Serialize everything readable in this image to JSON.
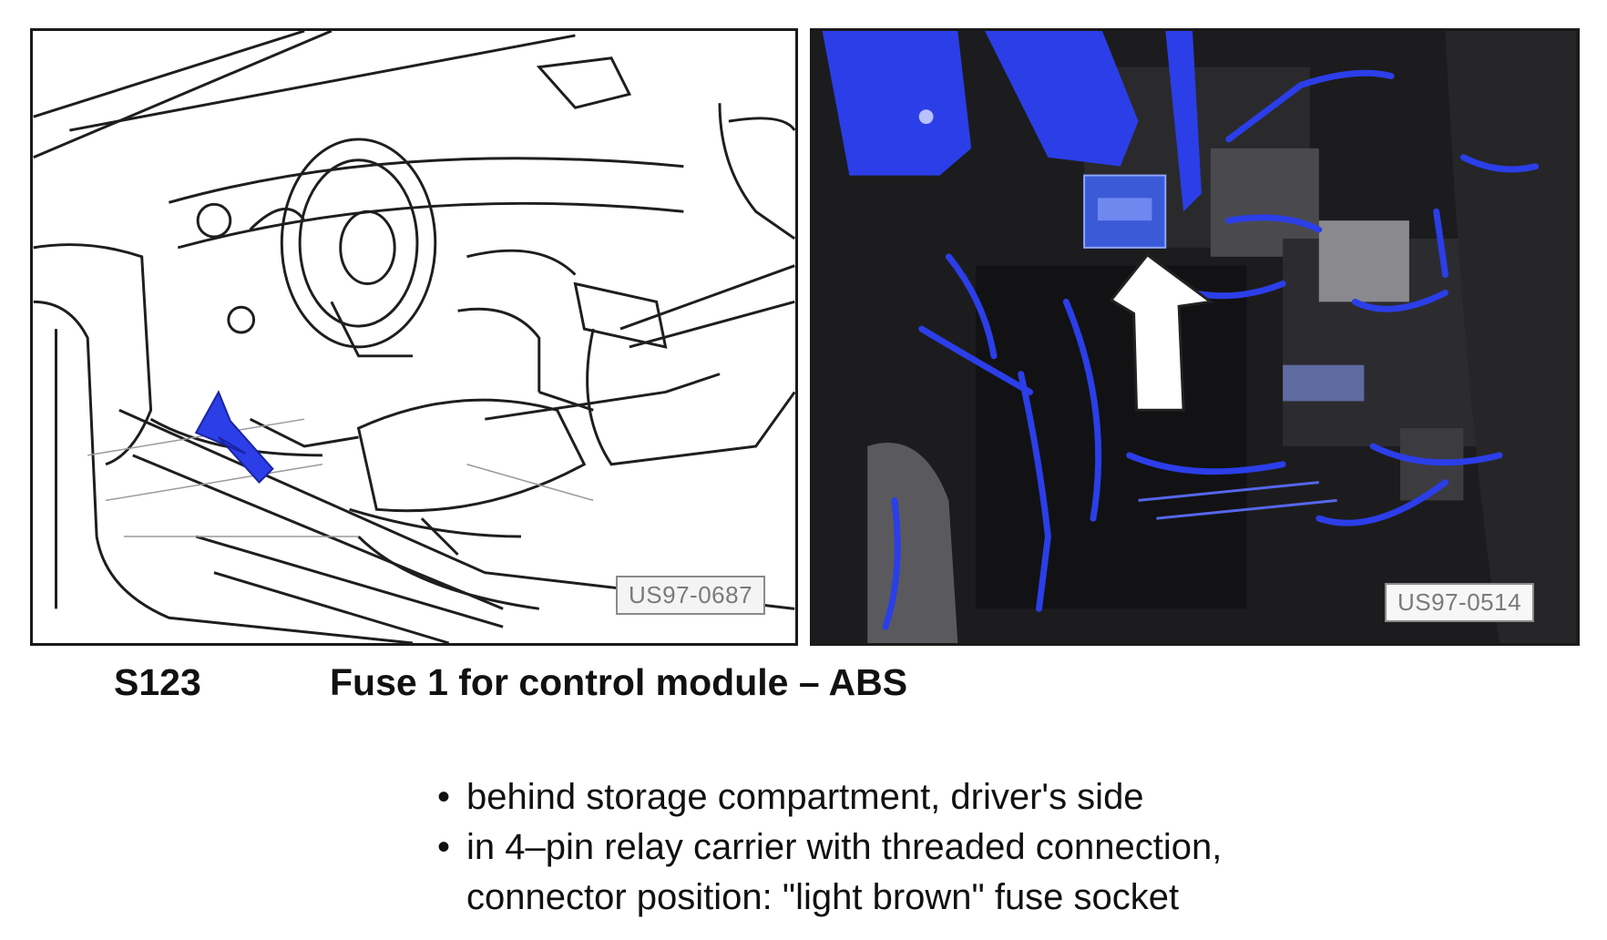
{
  "figures": [
    {
      "code": "US97-0687",
      "kind": "line-drawing"
    },
    {
      "code": "US97-0514",
      "kind": "photo"
    }
  ],
  "heading": {
    "id": "S123",
    "title": "Fuse 1 for control module – ABS"
  },
  "bullets": [
    {
      "lines": [
        "behind storage compartment, driver's side"
      ]
    },
    {
      "lines": [
        "in 4–pin relay carrier with threaded connection,",
        "connector position: \"light brown\" fuse socket"
      ]
    }
  ],
  "colors": {
    "accent_blue": "#2b3ee8",
    "frame": "#1a1a1a",
    "text": "#111111"
  }
}
